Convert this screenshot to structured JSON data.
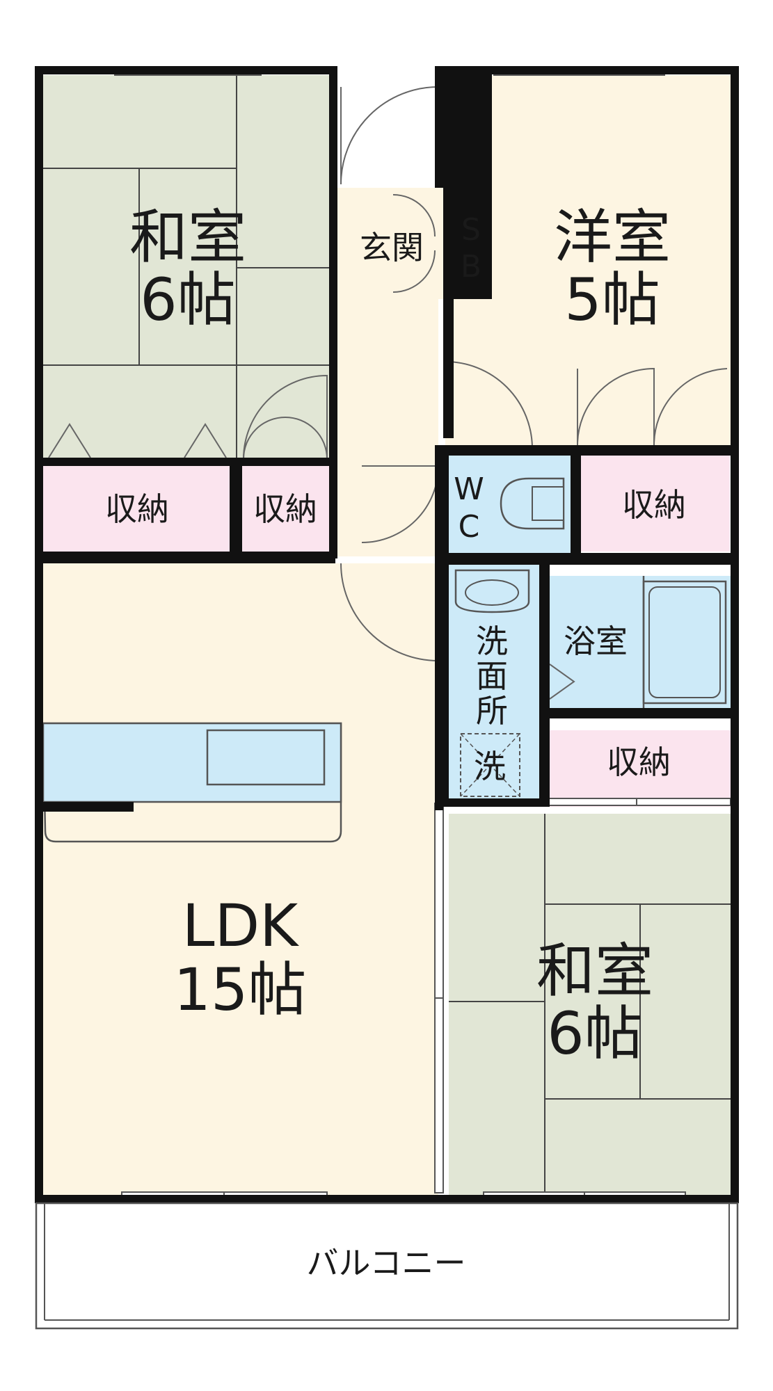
{
  "floor_plan": {
    "rooms": {
      "washitsu_top": {
        "name": "和室",
        "size": "6帖"
      },
      "youshitsu": {
        "name": "洋室",
        "size": "5帖"
      },
      "genkan": {
        "name": "玄関"
      },
      "shoe_box": {
        "line1": "S",
        "line2": "B"
      },
      "storage_1": {
        "name": "収納"
      },
      "storage_2": {
        "name": "収納"
      },
      "storage_3": {
        "name": "収納"
      },
      "storage_4": {
        "name": "収納"
      },
      "toilet": {
        "line1": "W",
        "line2": "C"
      },
      "washroom": {
        "line1": "洗",
        "line2": "面",
        "line3": "所"
      },
      "washer": {
        "name": "洗"
      },
      "bathroom": {
        "name": "浴室"
      },
      "ldk": {
        "name": "LDK",
        "size": "15帖"
      },
      "washitsu_bottom": {
        "name": "和室",
        "size": "6帖"
      },
      "balcony": {
        "name": "バルコニー"
      }
    },
    "colors": {
      "tatami": "#e1e6d5",
      "flooring": "#fdf5e2",
      "storage": "#fbe4ee",
      "water": "#cdeaf8",
      "wall": "#111111",
      "balcony": "#ffffff"
    }
  }
}
